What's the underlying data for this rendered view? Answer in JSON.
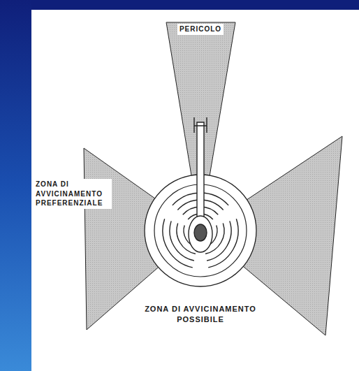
{
  "diagram": {
    "labels": [
      "PERICOLO",
      "ZONA DI AVVICINAMENTO PREFERENZIALE",
      "ZONA DI AVVICINAMENTO POSSIBILE"
    ]
  }
}
